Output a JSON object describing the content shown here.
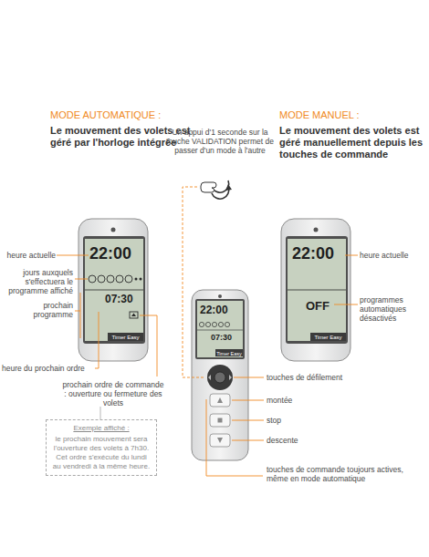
{
  "diagram": {
    "nodes": [
      {
        "text": [
          "22:00",
          "07:30"
        ]
      },
      {
        "text": [
          "22:00",
          "07:30"
        ]
      },
      {
        "text": [
          "22:00",
          "OFF"
        ]
      },
      {
        "text": [
          "Exemple affiché :",
          "le prochain mouvement sera l'ouverture des volets à 7h30. Cet ordre s'exécute du lundi au vendredi à la même heure."
        ]
      }
    ],
    "labels": [
      "MODE AUTOMATIQUE :",
      "Le mouvement des volets est géré par l'horloge intégrée",
      "Un appui d'1 seconde sur la touche VALIDATION permet de passer d'un mode à l'autre",
      "MODE MANUEL :",
      "Le mouvement des volets est géré manuellement depuis les touches de commande",
      "heure actuelle",
      "jours auxquels s'effectuera le programme affiché",
      "prochain programme",
      "heure du prochain ordre",
      "prochain ordre de commande : ouverture ou fermeture des volets",
      "touches de défilement",
      "montée",
      "stop",
      "descente",
      "touches de commande toujours actives, même en mode automatique",
      "heure actuelle",
      "programmes automatiques désactivés",
      "Timer Easy",
      "Timer Easy",
      "Timer Easy"
    ]
  }
}
